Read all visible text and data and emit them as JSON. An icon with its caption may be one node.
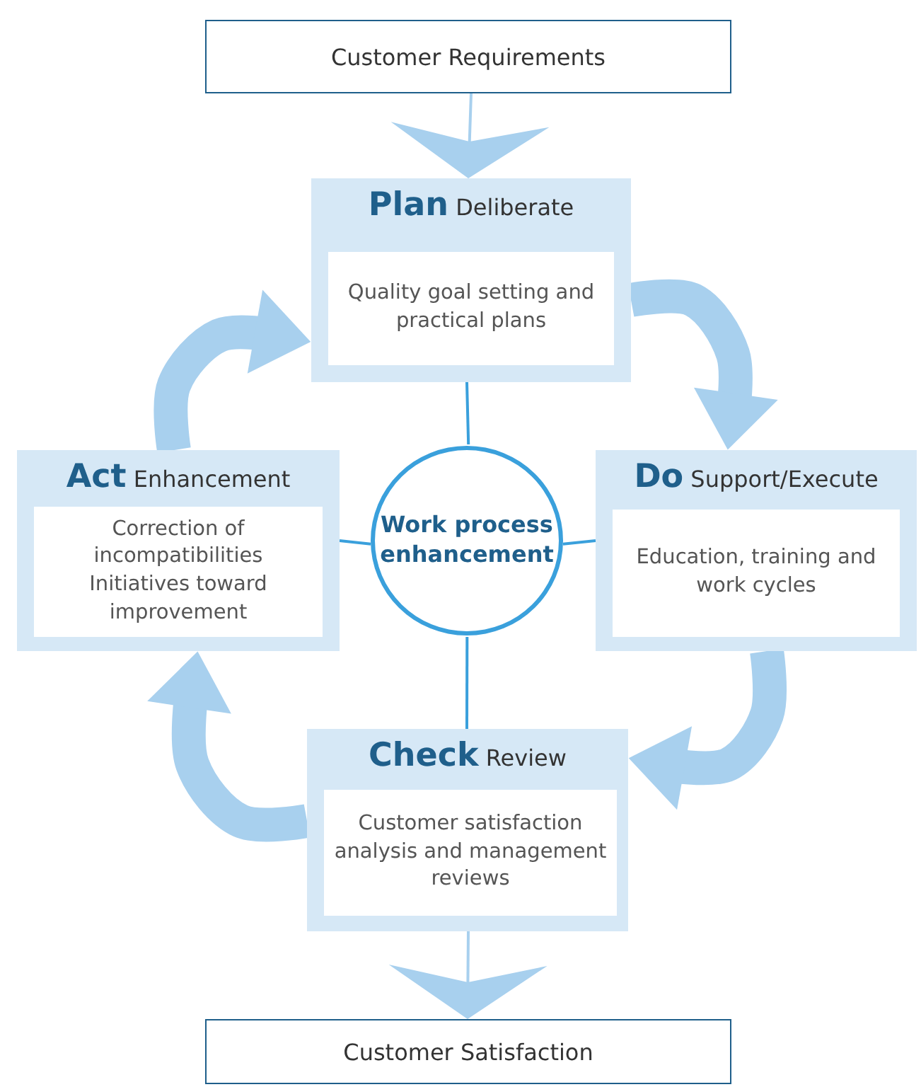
{
  "diagram": {
    "nodes": [
      {
        "text": [
          "Customer Requirements"
        ]
      },
      {
        "text": [
          "**Plan** Deliberate",
          "Quality goal setting and practical plans"
        ]
      },
      {
        "text": [
          "**Do** Support/Execute",
          "Education, training and work cycles"
        ]
      },
      {
        "text": [
          "**Check** Review",
          "Customer satisfaction analysis and management reviews"
        ]
      },
      {
        "text": [
          "**Act** Enhancement",
          "Correction of incompatibilities",
          "Initiatives toward improvement"
        ]
      },
      {
        "text": [
          "Work process enhancement"
        ]
      },
      {
        "text": [
          "Customer Satisfaction"
        ]
      }
    ],
    "edges": [
      {
        "from": 0,
        "to": 1,
        "arrow": "to"
      },
      {
        "from": 1,
        "to": 2,
        "arrow": "to",
        "style": "thick"
      },
      {
        "from": 2,
        "to": 3,
        "arrow": "to",
        "style": "thick"
      },
      {
        "from": 3,
        "to": 4,
        "arrow": "to",
        "style": "thick"
      },
      {
        "from": 4,
        "to": 1,
        "arrow": "to",
        "style": "thick"
      },
      {
        "from": 5,
        "to": 1,
        "arrow": "none",
        "color": "#3aa0dc"
      },
      {
        "from": 5,
        "to": 2,
        "arrow": "none",
        "color": "#3aa0dc"
      },
      {
        "from": 5,
        "to": 3,
        "arrow": "none",
        "color": "#3aa0dc"
      },
      {
        "from": 5,
        "to": 4,
        "arrow": "none",
        "color": "#3aa0dc"
      },
      {
        "from": 3,
        "to": 6,
        "arrow": "to"
      }
    ]
  }
}
